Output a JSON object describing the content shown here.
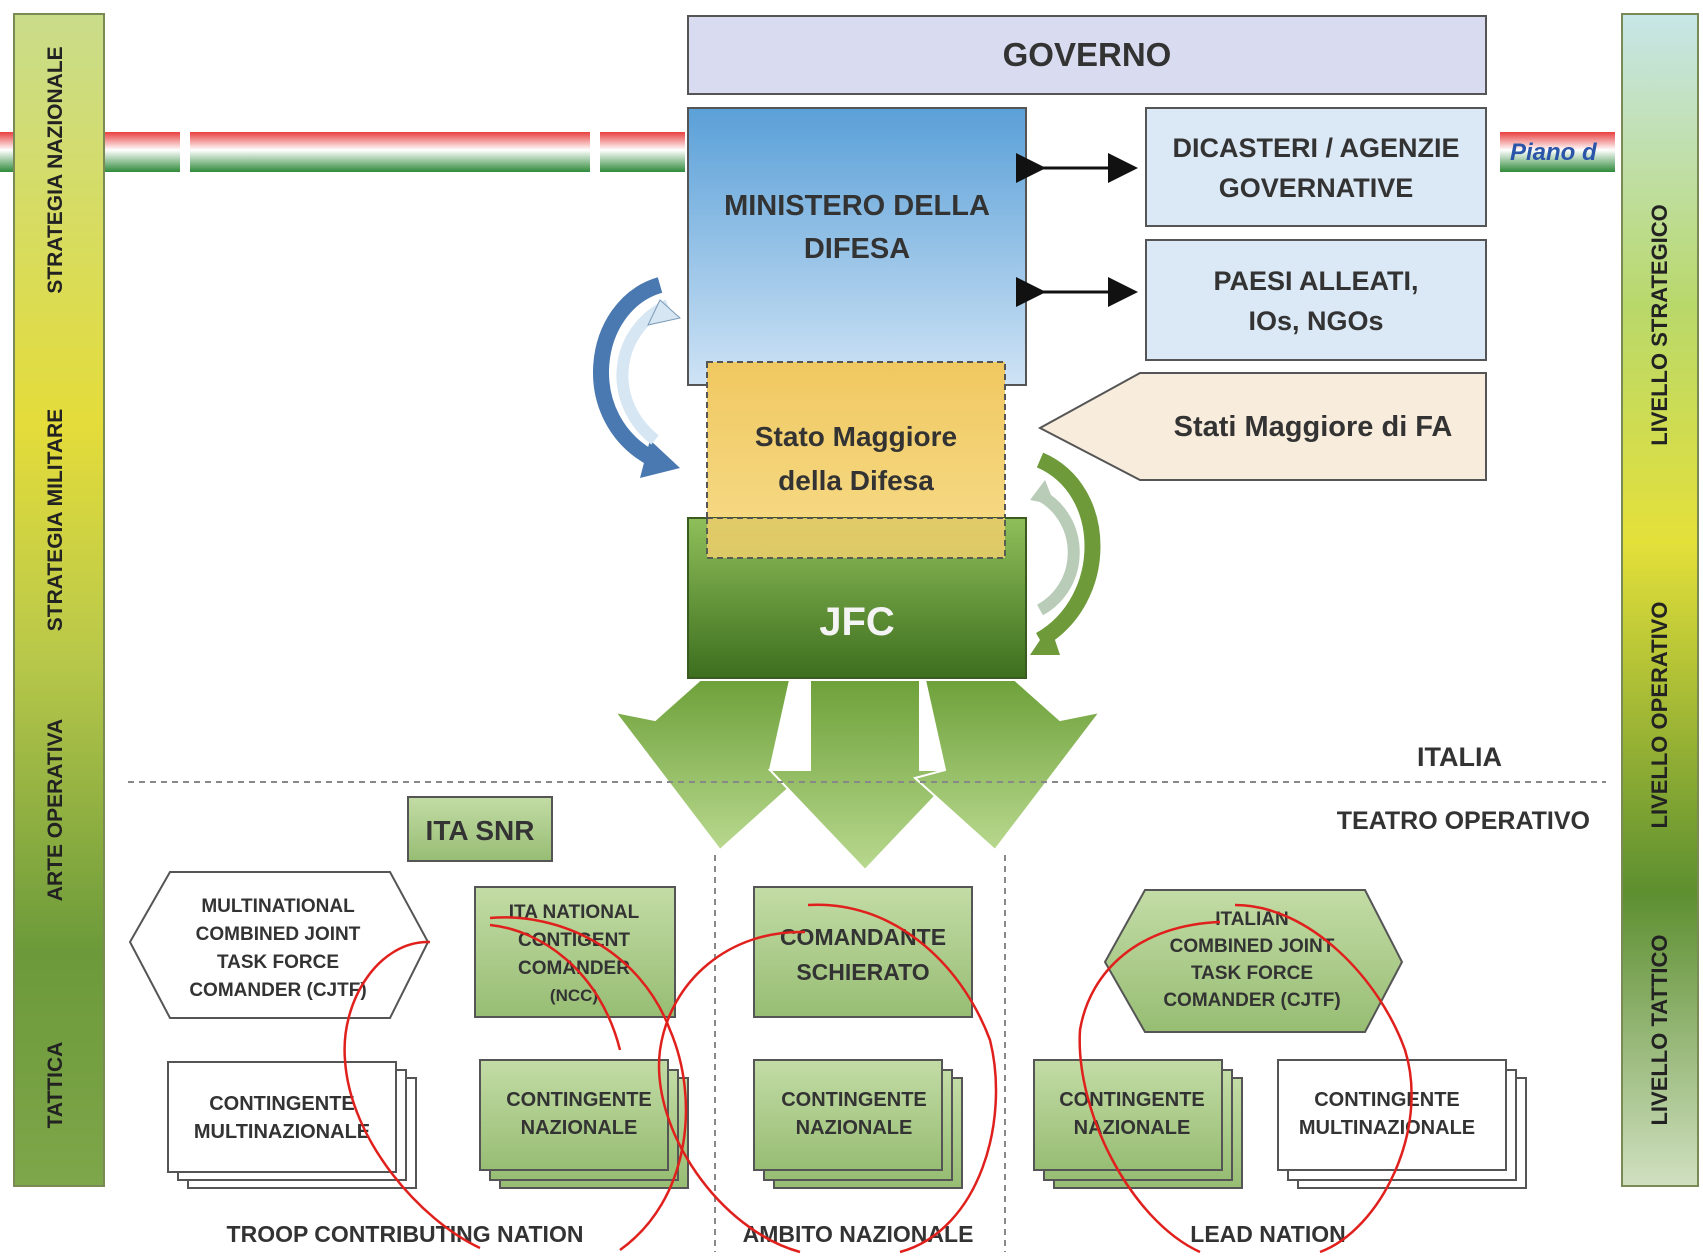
{
  "left_bar": {
    "segments": [
      "STRATEGIA NAZIONALE",
      "STRATEGIA MILITARE",
      "ARTE OPERATIVA",
      "TATTICA"
    ]
  },
  "right_bar": {
    "segments": [
      "LIVELLO STRATEGICO",
      "LIVELLO OPERATIVO",
      "LIVELLO TATTICO"
    ]
  },
  "header_fragments": [
    "Piano d"
  ],
  "boxes": {
    "governo": "GOVERNO",
    "ministero": [
      "MINISTERO DELLA",
      "DIFESA"
    ],
    "dicasteri": [
      "DICASTERI / AGENZIE",
      "GOVERNATIVE"
    ],
    "paesi": [
      "PAESI ALLEATI,",
      "IOs, NGOs"
    ],
    "stati_maggiore_fa": "Stati Maggiore di FA",
    "stato_maggiore_difesa": [
      "Stato Maggiore",
      "della Difesa"
    ],
    "jfc": "JFC",
    "ita_snr": "ITA SNR",
    "cjtf_multinational": [
      "MULTINATIONAL",
      "COMBINED JOINT",
      "TASK FORCE",
      "COMANDER (CJTF)"
    ],
    "ncc": [
      "ITA NATIONAL",
      "CONTIGENT",
      "COMANDER",
      "(NCC)"
    ],
    "comandante_schierato": [
      "COMANDANTE",
      "SCHIERATO"
    ],
    "cjtf_italian": [
      "ITALIAN",
      "COMBINED JOINT",
      "TASK FORCE",
      "COMANDER (CJTF)"
    ],
    "contingente_multi_left": [
      "CONTINGENTE",
      "MULTINAZIONALE"
    ],
    "contingente_naz_left": [
      "CONTINGENTE",
      "NAZIONALE"
    ],
    "contingente_naz_center": [
      "CONTINGENTE",
      "NAZIONALE"
    ],
    "contingente_naz_right": [
      "CONTINGENTE",
      "NAZIONALE"
    ],
    "contingente_multi_right": [
      "CONTINGENTE",
      "MULTINAZIONALE"
    ]
  },
  "divider_labels": {
    "italia": "ITALIA",
    "teatro": "TEATRO OPERATIVO"
  },
  "footer_labels": [
    "TROOP CONTRIBUTING NATION",
    "AMBITO NAZIONALE",
    "LEAD NATION"
  ],
  "colors": {
    "governo_fill": "#d9dcf0",
    "ministero_fill": "#7fb4e3",
    "sm_difesa_fill": "#f3cc60",
    "jfc_fill": "#5d8f30",
    "green_box": "#a9c98a",
    "annotation_red": "#e0201c",
    "text_dark": "#333333"
  }
}
